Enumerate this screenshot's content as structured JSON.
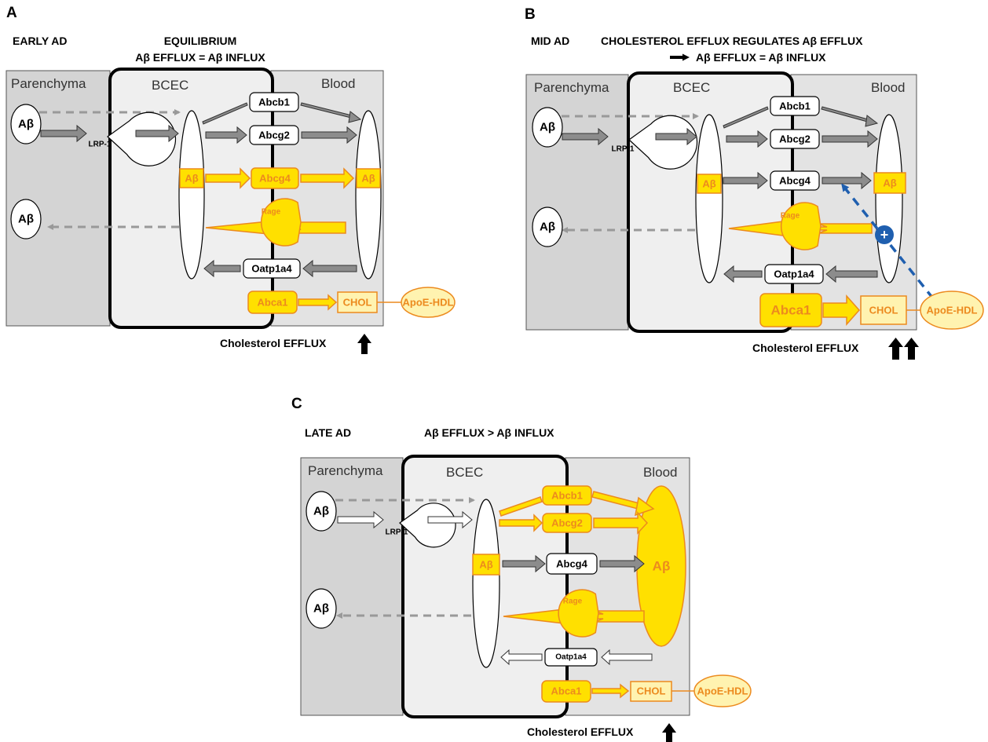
{
  "panels": [
    {
      "letter": "A",
      "stage": "EARLY AD",
      "headline": "EQUILIBRIUM",
      "subheadline": "Aβ EFFLUX = Aβ INFLUX",
      "regions": {
        "parenchyma": "Parenchyma",
        "bcec": "BCEC",
        "blood": "Blood"
      },
      "labels": {
        "ab_parenchyma_top": "Aβ",
        "ab_parenchyma_bottom": "Aβ",
        "lrp1": "LRP-1",
        "abcb1": "Abcb1",
        "abcg2": "Abcg2",
        "abcg4": "Abcg4",
        "ab_bcec": "Aβ",
        "ab_blood": "Aβ",
        "rage": "Rage",
        "oatp1a4": "Oatp1a4",
        "abca1": "Abca1",
        "chol": "CHOL",
        "apoe_hdl": "ApoE-HDL"
      },
      "efflux_label": "Cholesterol EFFLUX"
    },
    {
      "letter": "B",
      "stage": "MID AD",
      "headline": "CHOLESTEROL EFFLUX REGULATES Aβ EFFLUX",
      "subheadline": "Aβ EFFLUX = Aβ INFLUX",
      "regions": {
        "parenchyma": "Parenchyma",
        "bcec": "BCEC",
        "blood": "Blood"
      },
      "labels": {
        "ab_parenchyma_top": "Aβ",
        "ab_parenchyma_bottom": "Aβ",
        "lrp1": "LRP-1",
        "abcb1": "Abcb1",
        "abcg2": "Abcg2",
        "abcg4": "Abcg4",
        "ab_bcec": "Aβ",
        "ab_blood": "Aβ",
        "rage": "Rage",
        "oatp1a4": "Oatp1a4",
        "abca1": "Abca1",
        "chol": "CHOL",
        "apoe_hdl": "ApoE-HDL",
        "plus": "+"
      },
      "efflux_label": "Cholesterol EFFLUX"
    },
    {
      "letter": "C",
      "stage": "LATE AD",
      "headline": "Aβ EFFLUX > Aβ INFLUX",
      "regions": {
        "parenchyma": "Parenchyma",
        "bcec": "BCEC",
        "blood": "Blood"
      },
      "labels": {
        "ab_parenchyma_top": "Aβ",
        "ab_parenchyma_bottom": "Aβ",
        "lrp1": "LRP-1",
        "abcb1": "Abcb1",
        "abcg2": "Abcg2",
        "abcg4": "Abcg4",
        "ab_bcec": "Aβ",
        "ab_blood": "Aβ",
        "rage": "Rage",
        "oatp1a4": "Oatp1a4",
        "abca1": "Abca1",
        "chol": "CHOL",
        "apoe_hdl": "ApoE-HDL"
      },
      "efflux_label": "Cholesterol EFFLUX"
    }
  ],
  "colors": {
    "parenchyma_fill": "#d4d4d4",
    "bcec_fill": "#efefef",
    "blood_fill": "#e3e3e3",
    "yellow": "#ffe000",
    "orange": "#ec8a1e",
    "pale_yellow": "#fff3b0",
    "dashed_grey": "#999999",
    "transporter_arrow": "#8c8c8c",
    "regulation_blue": "#1f5faf"
  }
}
